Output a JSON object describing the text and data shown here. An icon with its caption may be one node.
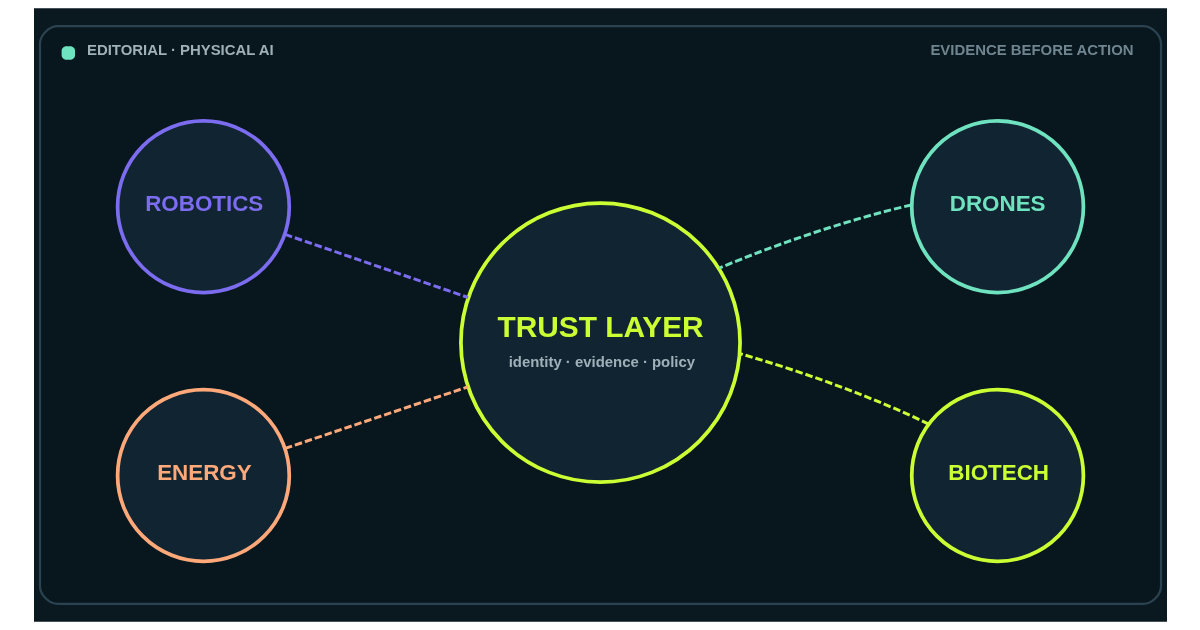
{
  "diagram": {
    "nodes": [
      {
        "text": [
          "EDITORIAL · PHYSICAL AI",
          "EVIDENCE BEFORE ACTION"
        ]
      },
      {
        "text": [
          "ROBOTICS"
        ],
        "in": 0
      },
      {
        "text": [
          "DRONES"
        ],
        "in": 0
      },
      {
        "text": [
          "TRUST LAYER",
          "identity · evidence · policy"
        ],
        "in": 0
      },
      {
        "text": [
          "ENERGY"
        ],
        "in": 0
      },
      {
        "text": [
          "BIOTECH"
        ],
        "in": 0
      }
    ],
    "edges": [
      {
        "from": 1,
        "to": 3,
        "arrow": "none",
        "style": "dashed",
        "color": "#7b6cf0"
      },
      {
        "from": 2,
        "to": 3,
        "arrow": "none",
        "style": "dashed",
        "color": "#6fe3c0"
      },
      {
        "from": 4,
        "to": 3,
        "arrow": "none",
        "style": "dashed",
        "color": "#ffa97a"
      },
      {
        "from": 5,
        "to": 3,
        "arrow": "none",
        "style": "dashed",
        "color": "#ccff33"
      }
    ]
  }
}
